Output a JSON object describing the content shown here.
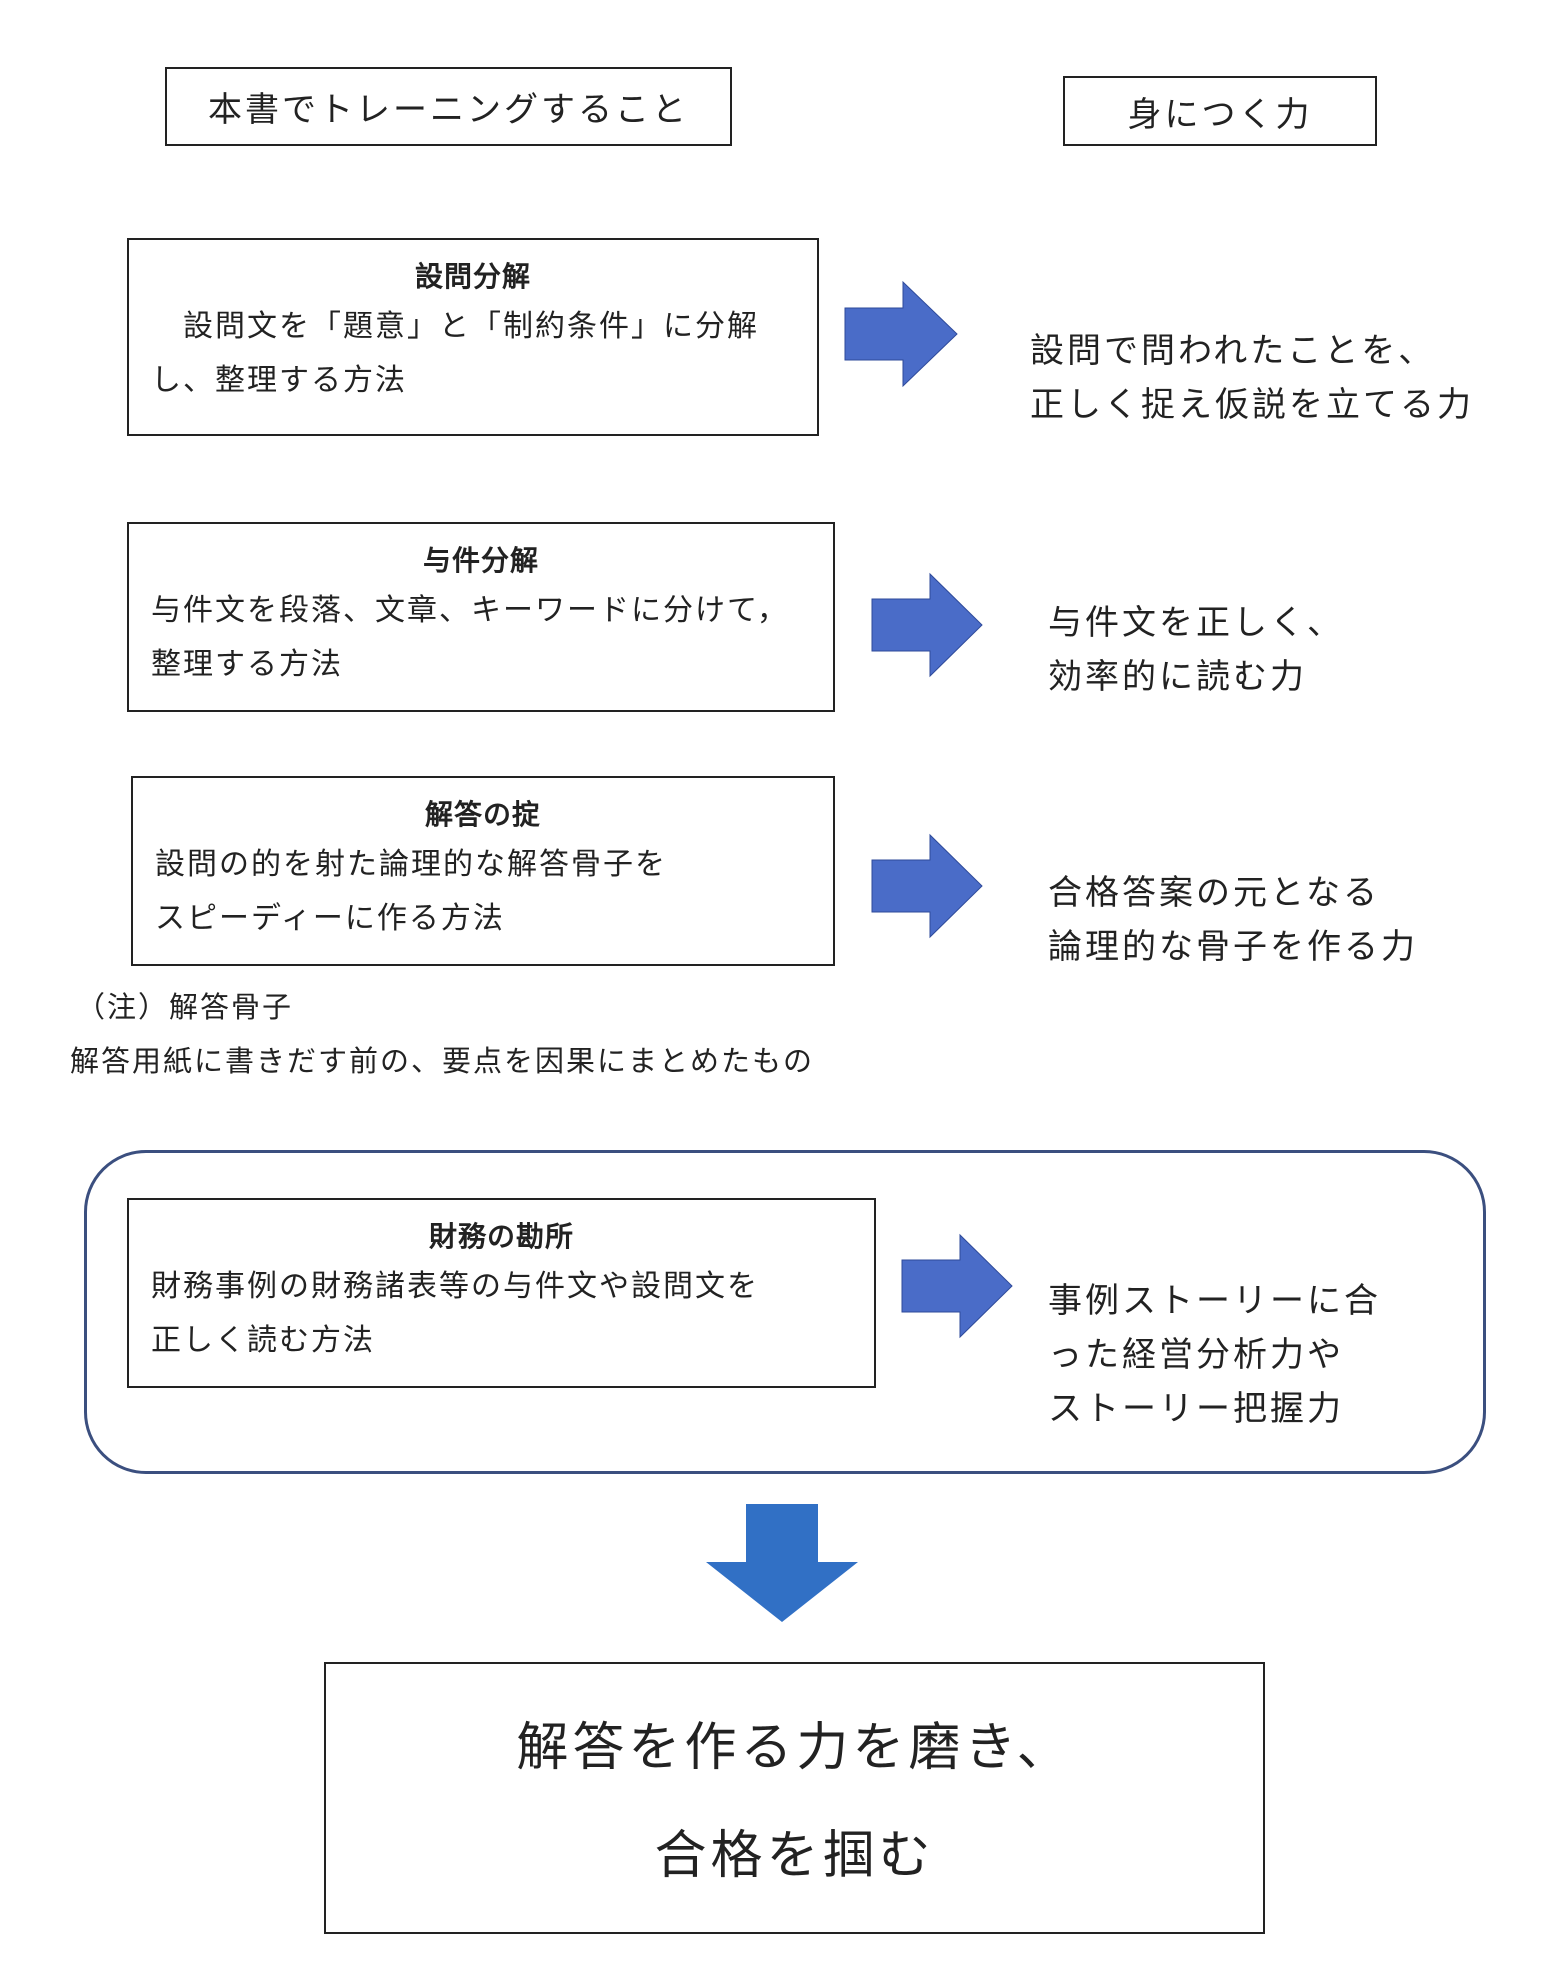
{
  "headers": {
    "training": "本書でトレーニングすること",
    "ability": "身につく力"
  },
  "methods": [
    {
      "title": "設問分解",
      "description": "　設問文を「題意」と「制約条件」に分解\nし、整理する方法",
      "ability": "設問で問われたことを、\n正しく捉え仮説を立てる力"
    },
    {
      "title": "与件分解",
      "description": "与件文を段落、文章、キーワードに分けて，\n整理する方法",
      "ability": "与件文を正しく、\n効率的に読む力"
    },
    {
      "title": "解答の掟",
      "description": "設問の的を射た論理的な解答骨子を\nスピーディーに作る方法",
      "ability": "合格答案の元となる\n論理的な骨子を作る力"
    },
    {
      "title": "財務の勘所",
      "description": "財務事例の財務諸表等の与件文や設問文を\n正しく読む方法",
      "ability": "事例ストーリーに合\nった経営分析力や\nストーリー把握力"
    }
  ],
  "note": {
    "label": "（注）解答骨子",
    "text": "解答用紙に書きだす前の、要点を因果にまとめたもの"
  },
  "conclusion": {
    "line1": "解答を作る力を磨き、",
    "line2": "合格を掴む"
  },
  "colors": {
    "right_arrow": "#4a6cc8",
    "down_arrow": "#3170c5",
    "frame": "#3b4f7f"
  }
}
